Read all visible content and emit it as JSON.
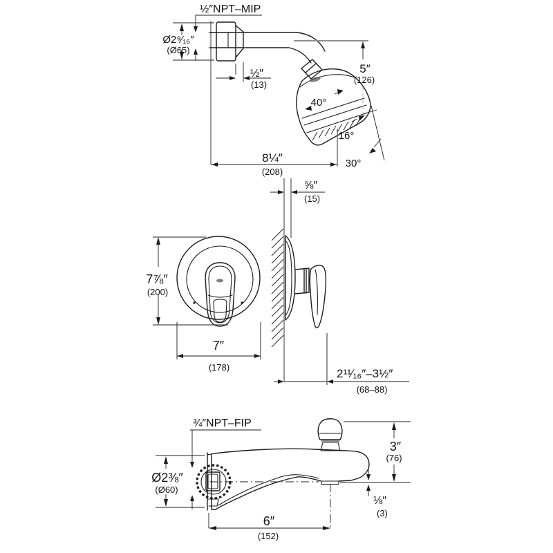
{
  "drawing_title": "shower-system-dimension-diagram",
  "colors": {
    "line": "#1c1c1c",
    "reference_gray": "#8f8f8f",
    "background": "#ffffff"
  },
  "shower": {
    "npt": "½″NPT–MIP",
    "dia_in": "Ø2⁹⁄₁₆″",
    "dia_mm": "(Ø65)",
    "offset_in": "½″",
    "offset_mm": "(13)",
    "drop_in": "5″",
    "drop_mm": "(126)",
    "spray_angle": "40°",
    "tilt_angle": "16°",
    "cone_angle": "30°",
    "reach_in": "8¼″",
    "reach_mm": "(208)"
  },
  "valve": {
    "wall_in": "⅝″",
    "wall_mm": "(15)",
    "height_in": "7⅞″",
    "height_mm": "(200)",
    "width_in": "7″",
    "width_mm": "(178)",
    "depth_in": "2¹¹⁄₁₆″–3½″",
    "depth_mm": "(68–88)"
  },
  "spout": {
    "npt": "¾″NPT–FIP",
    "dia_in": "Ø2⅜″",
    "dia_mm": "(Ø60)",
    "height_in": "3″",
    "height_mm": "(76)",
    "lip_in": "⅛″",
    "lip_mm": "(3)",
    "length_in": "6″",
    "length_mm": "(152)"
  }
}
